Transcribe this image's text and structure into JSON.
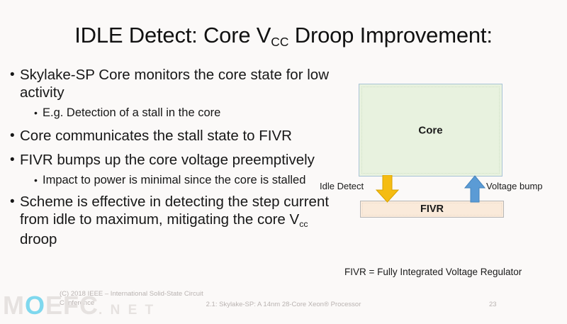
{
  "slide": {
    "title_prefix": "IDLE Detect: Core V",
    "title_sub": "CC",
    "title_suffix": " Droop Improvement:",
    "background_color": "#fbf9f8"
  },
  "bullets": [
    {
      "level": 1,
      "marker": "•",
      "text": "Skylake-SP Core monitors the core state for low activity"
    },
    {
      "level": 2,
      "marker": "•",
      "text": "E.g. Detection of a stall in the core"
    },
    {
      "level": 1,
      "marker": "•",
      "text": "Core communicates the stall state to FIVR"
    },
    {
      "level": 1,
      "marker": "•",
      "text": "FIVR bumps up the core voltage preemptively"
    },
    {
      "level": 2,
      "marker": "•",
      "text": "Impact to power is minimal since the core is stalled"
    },
    {
      "level": 1,
      "marker": "•",
      "text_prefix": "Scheme is effective in detecting the step current from idle to maximum, mitigating the core V",
      "text_sub": "cc",
      "text_suffix": " droop"
    }
  ],
  "diagram": {
    "core_label": "Core",
    "core_fill": "#e8f2df",
    "core_border": "#a9c4d6",
    "fivr_label": "FIVR",
    "fivr_fill": "#faeada",
    "fivr_border": "#b7b7b7",
    "arrow_down_label": "Idle Detect",
    "arrow_down_color": "#f5bc12",
    "arrow_up_label": "Voltage bump",
    "arrow_up_color": "#5b9bd5",
    "legend_note": "FIVR = Fully Integrated Voltage Regulator"
  },
  "footer": {
    "copyright": "(C) 2018 IEEE – International Solid-State Circuit Conference",
    "center": "2.1: Skylake-SP: A 14nm 28-Core Xeon® Processor",
    "page_number": "23"
  },
  "watermark": {
    "part1": "M",
    "part2": "O",
    "part3": "EFC",
    "part4": ". N E T",
    "accent_color": "#7fd8ee"
  }
}
